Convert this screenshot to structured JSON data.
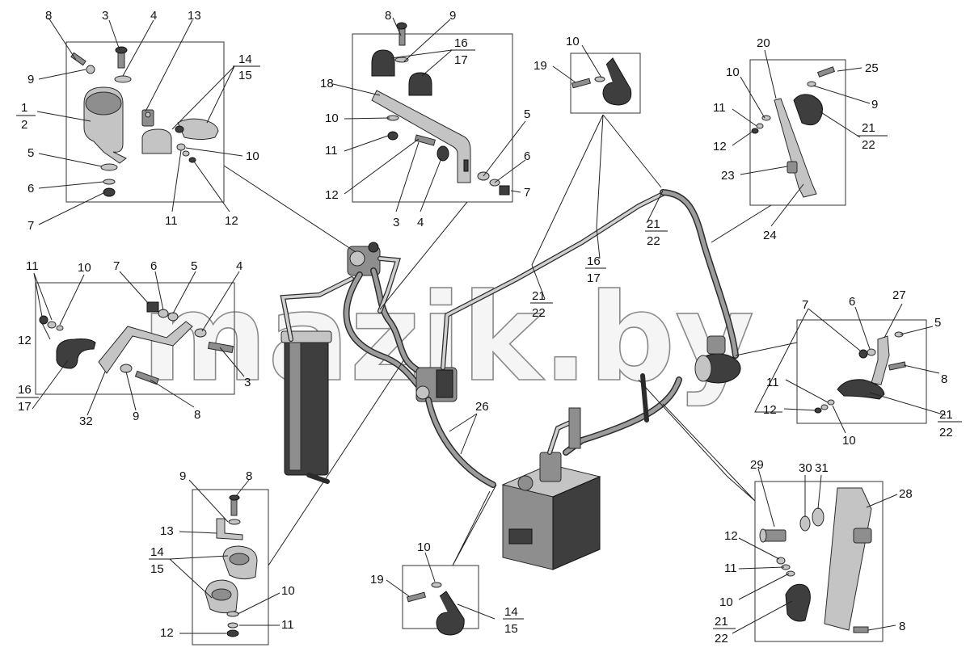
{
  "watermark": "mazik.by",
  "labels": {
    "tl": [
      "8",
      "3",
      "4",
      "13",
      "14",
      "15",
      "9",
      "1",
      "2",
      "5",
      "6",
      "7",
      "10",
      "11",
      "12"
    ],
    "tc": [
      "8",
      "9",
      "16",
      "17",
      "18",
      "10",
      "11",
      "12",
      "3",
      "4",
      "5",
      "6",
      "7"
    ],
    "tr_clip": [
      "10",
      "19"
    ],
    "tr_box": [
      "20",
      "25",
      "10",
      "9",
      "11",
      "12",
      "21",
      "22",
      "23",
      "24"
    ],
    "hose_callouts": [
      "21",
      "22",
      "16",
      "17",
      "21",
      "22",
      "26"
    ],
    "ml": [
      "11",
      "10",
      "7",
      "6",
      "5",
      "4",
      "12",
      "3",
      "16",
      "17",
      "32",
      "9",
      "8"
    ],
    "mr": [
      "7",
      "6",
      "27",
      "5",
      "8",
      "11",
      "12",
      "21",
      "22",
      "10"
    ],
    "bl": [
      "9",
      "8",
      "13",
      "14",
      "15",
      "10",
      "11",
      "12"
    ],
    "bc": [
      "10",
      "19",
      "14",
      "15"
    ],
    "br": [
      "29",
      "30",
      "31",
      "28",
      "12",
      "11",
      "10",
      "21",
      "22",
      "8"
    ]
  }
}
